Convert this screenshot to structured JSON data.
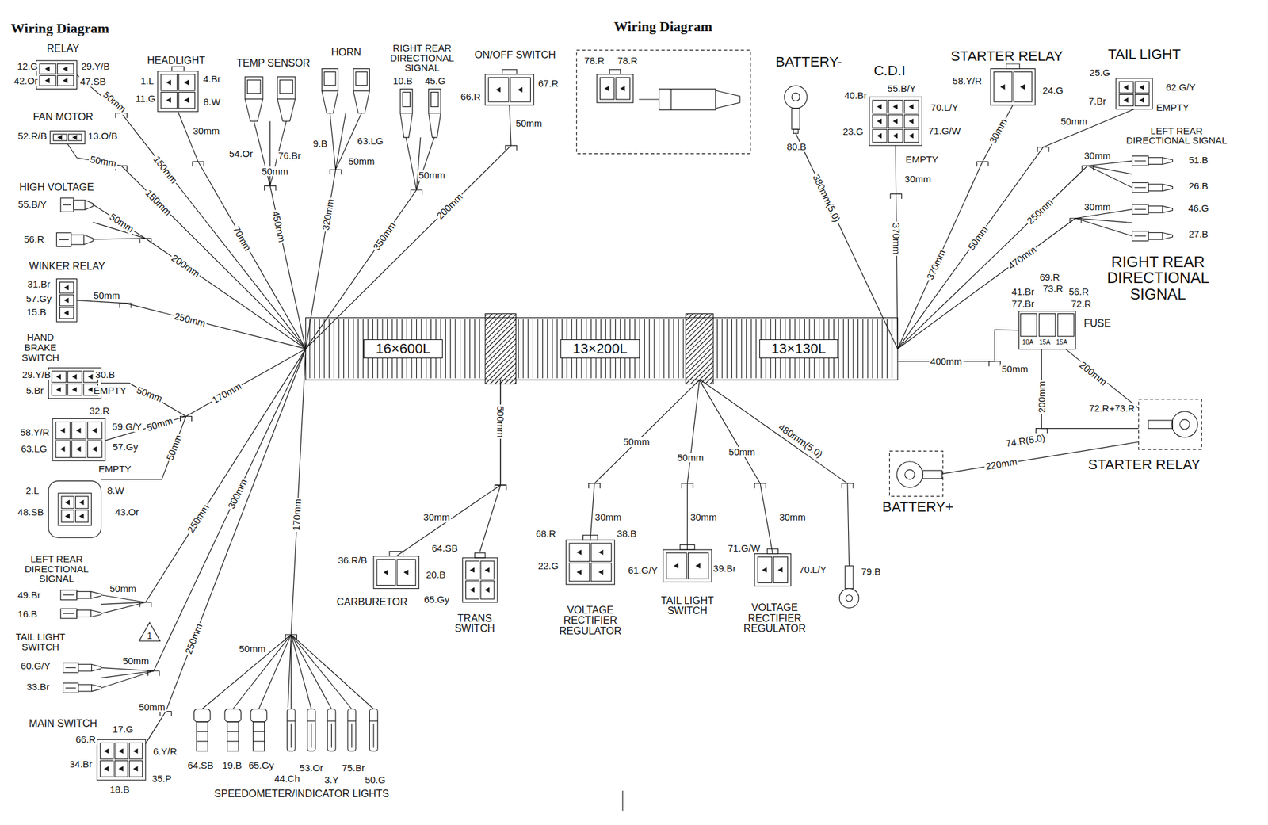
{
  "diagram": {
    "title": "Wiring Diagram",
    "nodes": [
      {
        "text": [
          "16×600L"
        ]
      },
      {
        "text": [
          "13×200L"
        ]
      },
      {
        "text": [
          "13×130L"
        ]
      },
      {
        "text": [
          "RELAY"
        ]
      },
      {
        "text": [
          "HEADLIGHT"
        ]
      },
      {
        "text": [
          "TEMP SENSOR"
        ]
      },
      {
        "text": [
          "HORN"
        ]
      },
      {
        "text": [
          "RIGHT REAR DIRECTIONAL SIGNAL"
        ]
      },
      {
        "text": [
          "ON/OFF SWITCH"
        ]
      },
      {
        "text": [
          "FAN MOTOR"
        ]
      },
      {
        "text": [
          "HIGH VOLTAGE"
        ]
      },
      {
        "text": [
          "WINKER RELAY"
        ]
      },
      {
        "text": [
          "HAND BRAKE SWITCH"
        ]
      },
      {
        "text": [
          "LEFT REAR DIRECTIONAL SIGNAL"
        ]
      },
      {
        "text": [
          "TAIL LIGHT SWITCH"
        ]
      },
      {
        "text": [
          "MAIN SWITCH"
        ]
      },
      {
        "text": [
          "SPEEDOMETER/INDICATOR LIGHTS"
        ]
      },
      {
        "text": [
          "CARBURETOR"
        ]
      },
      {
        "text": [
          "TRANS SWITCH"
        ]
      },
      {
        "text": [
          "VOLTAGE RECTIFIER REGULATOR"
        ]
      },
      {
        "text": [
          "TAIL LIGHT SWITCH"
        ]
      },
      {
        "text": [
          "VOLTAGE RECTIFIER REGULATOR"
        ]
      },
      {
        "text": [
          "BATTERY-"
        ]
      },
      {
        "text": [
          "C.D.I"
        ]
      },
      {
        "text": [
          "STARTER RELAY"
        ]
      },
      {
        "text": [
          "TAIL LIGHT"
        ]
      },
      {
        "text": [
          "LEFT REAR DIRECTIONAL SIGNAL"
        ]
      },
      {
        "text": [
          "RIGHT REAR DIRECTIONAL SIGNAL"
        ]
      },
      {
        "text": [
          "FUSE"
        ]
      },
      {
        "text": [
          "STARTER RELAY"
        ]
      },
      {
        "text": [
          "BATTERY+"
        ]
      }
    ],
    "edges": [
      {
        "from": 0,
        "to": 3,
        "arrow": "none",
        "label": "150mm"
      },
      {
        "from": 0,
        "to": 4,
        "arrow": "none",
        "label": "70mm"
      },
      {
        "from": 0,
        "to": 5,
        "arrow": "none",
        "label": "450mm"
      },
      {
        "from": 0,
        "to": 6,
        "arrow": "none",
        "label": "320mm"
      },
      {
        "from": 0,
        "to": 7,
        "arrow": "none",
        "label": "350mm"
      },
      {
        "from": 0,
        "to": 8,
        "arrow": "none",
        "label": "200mm"
      },
      {
        "from": 0,
        "to": 9,
        "arrow": "none",
        "label": "150mm"
      },
      {
        "from": 0,
        "to": 10,
        "arrow": "none",
        "label": "200mm"
      },
      {
        "from": 0,
        "to": 11,
        "arrow": "none",
        "label": "250mm"
      },
      {
        "from": 0,
        "to": 12,
        "arrow": "none",
        "label": "170mm"
      },
      {
        "from": 0,
        "to": 13,
        "arrow": "none",
        "label": "250mm"
      },
      {
        "from": 0,
        "to": 14,
        "arrow": "none",
        "label": "300mm"
      },
      {
        "from": 0,
        "to": 15,
        "arrow": "none",
        "label": "250mm"
      },
      {
        "from": 0,
        "to": 16,
        "arrow": "none",
        "label": "170mm"
      },
      {
        "from": 0,
        "to": 17,
        "arrow": "none",
        "label": "500mm"
      },
      {
        "from": 0,
        "to": 18,
        "arrow": "none"
      },
      {
        "from": 2,
        "to": 19,
        "arrow": "none",
        "label": "50mm"
      },
      {
        "from": 2,
        "to": 20,
        "arrow": "none",
        "label": "50mm"
      },
      {
        "from": 2,
        "to": 21,
        "arrow": "none",
        "label": "50mm"
      },
      {
        "from": 2,
        "to": 22,
        "arrow": "none",
        "label": "380mm(5.0)"
      },
      {
        "from": 2,
        "to": 23,
        "arrow": "none",
        "label": "370mm"
      },
      {
        "from": 2,
        "to": 24,
        "arrow": "none",
        "label": "370mm"
      },
      {
        "from": 2,
        "to": 25,
        "arrow": "none",
        "label": "50mm"
      },
      {
        "from": 2,
        "to": 26,
        "arrow": "none",
        "label": "250mm"
      },
      {
        "from": 2,
        "to": 27,
        "arrow": "none",
        "label": "470mm"
      },
      {
        "from": 2,
        "to": 28,
        "arrow": "none",
        "label": "400mm"
      },
      {
        "from": 28,
        "to": 29,
        "arrow": "none",
        "label": "200mm"
      },
      {
        "from": 29,
        "to": 30,
        "arrow": "none",
        "label": "220mm"
      }
    ],
    "labels": [
      "Wiring Diagram",
      "12.G",
      "29.Y/B",
      "42.Or",
      "47.SB",
      "50mm",
      "1.L",
      "4.Br",
      "11.G",
      "8.W",
      "30mm",
      "54.Or",
      "76.Br",
      "50mm",
      "9.B",
      "63.LG",
      "50mm",
      "10.B",
      "45.G",
      "50mm",
      "66.R",
      "67.R",
      "50mm",
      "52.R/B",
      "13.O/B",
      "50mm",
      "55.B/Y",
      "56.R",
      "50mm",
      "31.Br",
      "57.Gy",
      "15.B",
      "50mm",
      "29.Y/B",
      "30.B",
      "5.Br",
      "EMPTY",
      "50mm",
      "32.R",
      "58.Y/R",
      "59.G/Y",
      "63.LG",
      "57.Gy",
      "EMPTY",
      "50mm",
      "2.L",
      "8.W",
      "48.SB",
      "43.Or",
      "50mm",
      "49.Br",
      "16.B",
      "50mm",
      "1",
      "60.G/Y",
      "33.Br",
      "50mm",
      "17.G",
      "66.R",
      "6.Y/R",
      "34.Br",
      "35.P",
      "18.B",
      "50mm",
      "64.SB",
      "19.B",
      "65.Gy",
      "44.Ch",
      "53.Or",
      "3.Y",
      "75.Br",
      "50.G",
      "50mm",
      "36.R/B",
      "20.B",
      "30mm",
      "64.SB",
      "65.Gy",
      "68.R",
      "38.B",
      "22.G",
      "30mm",
      "61.G/Y",
      "39.Br",
      "30mm",
      "71.G/W",
      "70.L/Y",
      "30mm",
      "480mm(5.0)",
      "79.B",
      "78.R",
      "78.R",
      "80.B",
      "55.B/Y",
      "40.Br",
      "70.L/Y",
      "23.G",
      "71.G/W",
      "EMPTY",
      "30mm",
      "58.Y/R",
      "24.G",
      "30mm",
      "25.G",
      "62.G/Y",
      "7.Br",
      "EMPTY",
      "50mm",
      "51.B",
      "26.B",
      "30mm",
      "46.G",
      "27.B",
      "30mm",
      "69.R",
      "41.Br",
      "73.R",
      "56.R",
      "77.Br",
      "72.R",
      "10A",
      "15A",
      "15A",
      "50mm",
      "72.R+73.R",
      "200mm",
      "74.R(5.0)"
    ]
  }
}
